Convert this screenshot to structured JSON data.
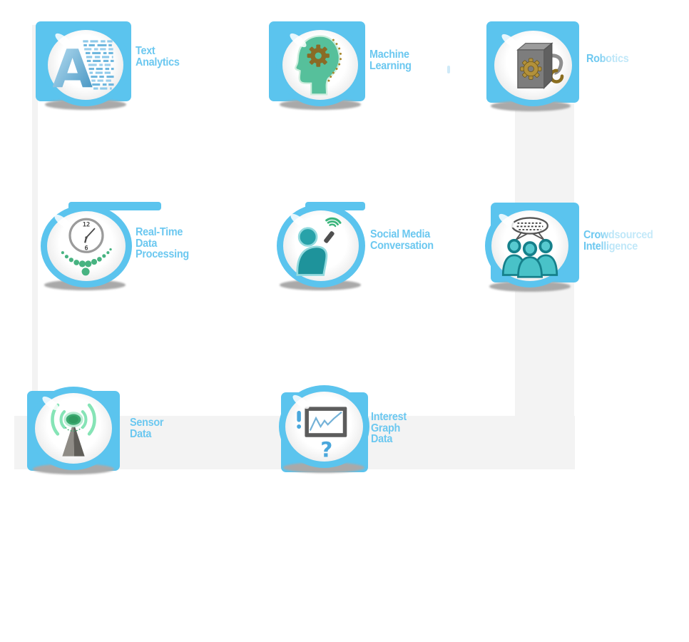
{
  "diagram": {
    "kind": "big-data-sources-infographic",
    "palette": {
      "accent_blue": "#5bc4ee",
      "label_blue": "#6cc8f0",
      "path_gray": "#f3f3f3",
      "shadow_gray": "#a9a9a9",
      "teal": "#2aa3aa",
      "mint_green": "#56c09b",
      "gear_gold": "#8a6b26",
      "dark_gray": "#5c5c5c"
    },
    "items": [
      {
        "name": "text-analytics",
        "icon": "text-analytics-icon",
        "faded": false,
        "label_lines": [
          "Text",
          "Analytics"
        ]
      },
      {
        "name": "machine-learning",
        "icon": "machine-learning-icon",
        "faded": false,
        "label_lines": [
          "Machine",
          "Learning"
        ]
      },
      {
        "name": "robotics",
        "icon": "robotics-icon",
        "faded": true,
        "label_lines": [
          "Robotics"
        ]
      },
      {
        "name": "real-time-data-processing",
        "icon": "clock-icon",
        "faded": false,
        "label_lines": [
          "Real-Time",
          "Data",
          "Processing"
        ]
      },
      {
        "name": "social-media-conversation",
        "icon": "social-media-icon",
        "faded": false,
        "label_lines": [
          "Social Media",
          "Conversation"
        ]
      },
      {
        "name": "crowdsourced-intelligence",
        "icon": "crowdsourced-icon",
        "faded": true,
        "label_lines": [
          "Crowdsourced",
          "Intelligence"
        ]
      },
      {
        "name": "sensor-data",
        "icon": "sensor-antenna-icon",
        "faded": false,
        "label_lines": [
          "Sensor",
          "Data"
        ]
      },
      {
        "name": "interest-graph-data",
        "icon": "interest-graph-icon",
        "faded": false,
        "label_lines": [
          "Interest",
          "Graph",
          "Data"
        ]
      }
    ]
  }
}
